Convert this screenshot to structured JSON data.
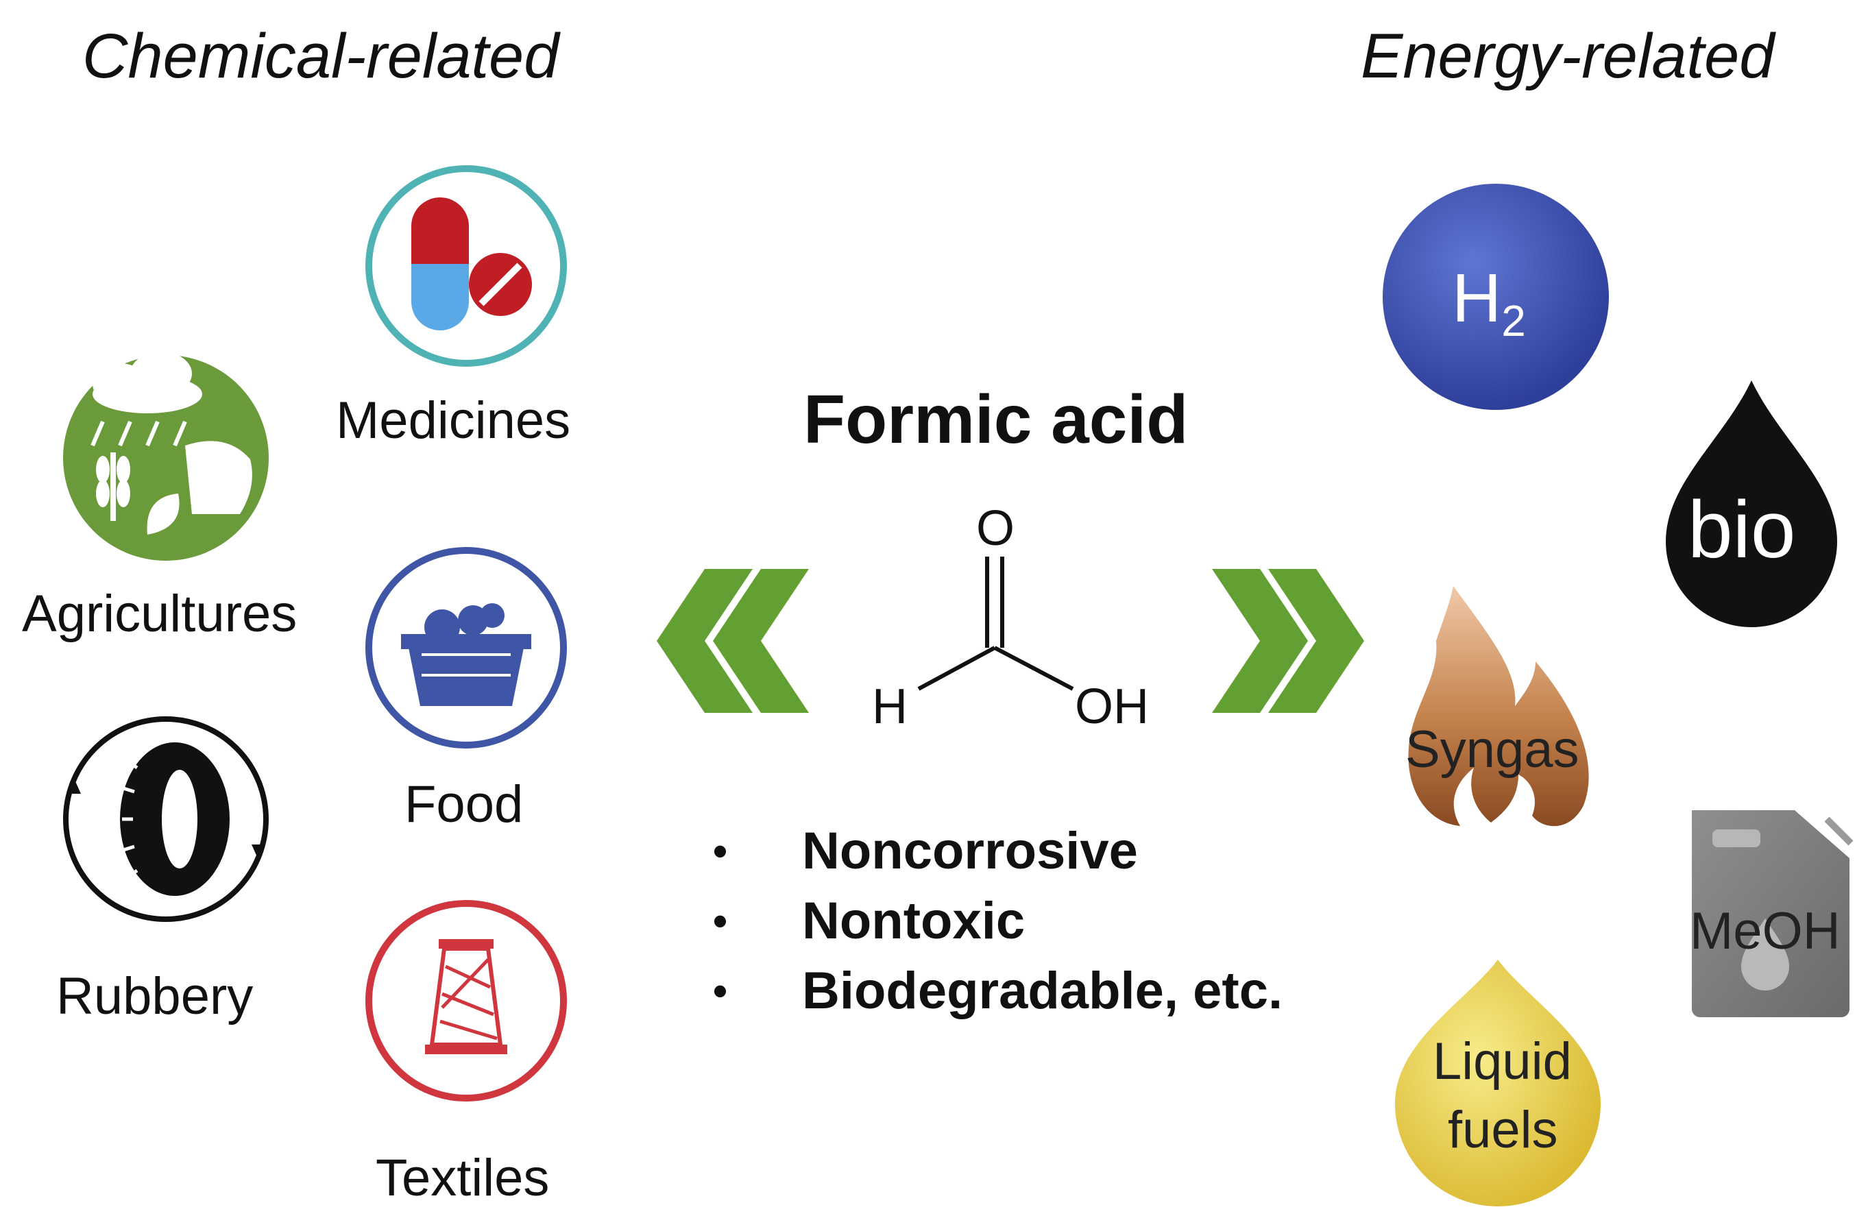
{
  "headings": {
    "left": "Chemical-related",
    "right": "Energy-related"
  },
  "center": {
    "title": "Formic acid",
    "molecule": {
      "o": "O",
      "h": "H",
      "oh": "OH"
    },
    "properties": [
      "Noncorrosive",
      "Nontoxic",
      "Biodegradable, etc."
    ]
  },
  "chemical": {
    "medicines": "Medicines",
    "agricultures": "Agricultures",
    "food": "Food",
    "rubbery": "Rubbery",
    "textiles": "Textiles"
  },
  "energy": {
    "h2": "H",
    "h2_sub": "2",
    "bio": "bio",
    "syngas": "Syngas",
    "meoh": "MeOH",
    "liquid_fuels_1": "Liquid",
    "liquid_fuels_2": "fuels"
  },
  "colors": {
    "arrow_green": "#63a033",
    "medicines_ring": "#4fb3b5",
    "pill_red": "#c01d25",
    "pill_blue": "#5aa9e6",
    "agri_green": "#6a9a3a",
    "food_blue": "#3e56a5",
    "textile_red": "#d0363e",
    "h2_blue": "#3e55b7",
    "bio_black": "#111111",
    "syngas_brown": "#a8673c",
    "meoh_gray": "#787878",
    "fuel_yellow": "#e7c93c"
  }
}
